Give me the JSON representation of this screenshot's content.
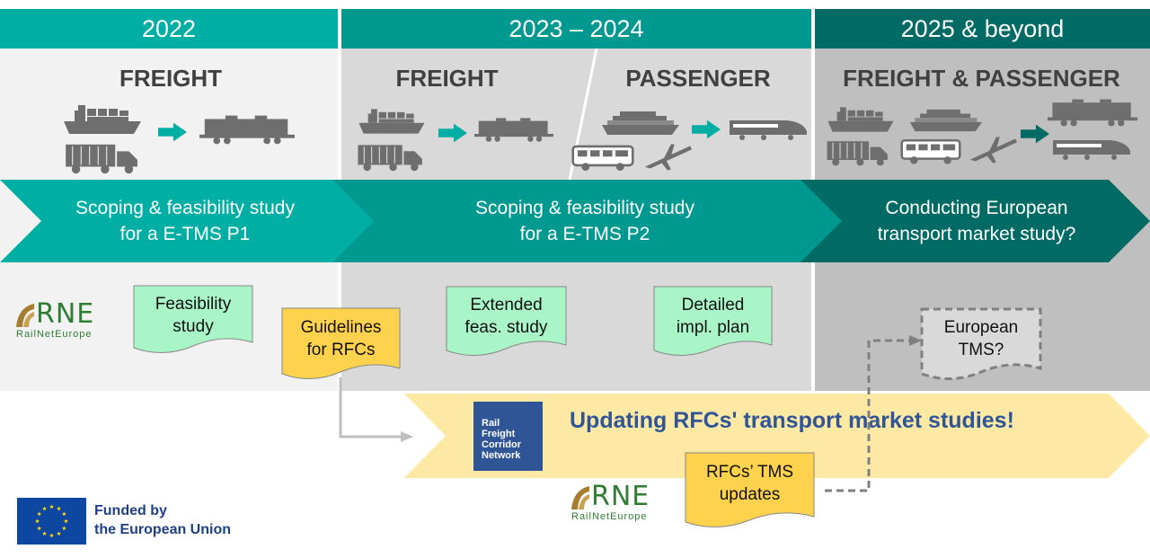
{
  "periods": [
    {
      "label": "2022",
      "color": "#00AFA4"
    },
    {
      "label": "2023 – 2024",
      "color": "#009990"
    },
    {
      "label": "2025 & beyond",
      "color": "#006B64"
    }
  ],
  "modes": {
    "p2022": "FREIGHT",
    "p2023_freight": "FREIGHT",
    "p2023_passenger": "PASSENGER",
    "p2025": "FREIGHT & PASSENGER"
  },
  "chevrons": [
    {
      "line1": "Scoping & feasibility study",
      "line2": "for a E-TMS P1"
    },
    {
      "line1": "Scoping & feasibility study",
      "line2": "for a E-TMS P2"
    },
    {
      "line1": "Conducting European",
      "line2": "transport market study?"
    }
  ],
  "documents": {
    "feasibility": {
      "line1": "Feasibility",
      "line2": "study"
    },
    "guidelines": {
      "line1": "Guidelines",
      "line2": "for RFCs"
    },
    "extended": {
      "line1": "Extended",
      "line2": "feas. study"
    },
    "detailed": {
      "line1": "Detailed",
      "line2": "impl. plan"
    },
    "european": {
      "line1": "European",
      "line2": "TMS?"
    },
    "rfc_updates": {
      "line1": "RFCs’ TMS",
      "line2": "updates"
    }
  },
  "rne_logo": {
    "text": "RNE",
    "subtitle": "RailNetEurope"
  },
  "rfc_logo": {
    "line1": "Rail",
    "line2": "Freight",
    "line3": "Corridor",
    "line4": "Network"
  },
  "banner": {
    "text": "Updating RFCs' transport market studies!"
  },
  "eu": {
    "line1": "Funded by",
    "line2": "the European Union"
  },
  "icons": [
    "container-ship",
    "truck",
    "freight-train",
    "cruise-ship",
    "bus",
    "airplane",
    "high-speed-train",
    "arrow"
  ],
  "colors": {
    "freight_bg": "#F2F2F2",
    "mid_bg": "#D9D9D9",
    "late_bg": "#BFBFBF",
    "doc_green": "#A9F5C7",
    "doc_yellow": "#FFD24D",
    "banner": "#FDE9A4",
    "banner_text": "#2F5597",
    "icon_gray": "#6E6E6E",
    "arrow_teal": "#00AFA4"
  }
}
